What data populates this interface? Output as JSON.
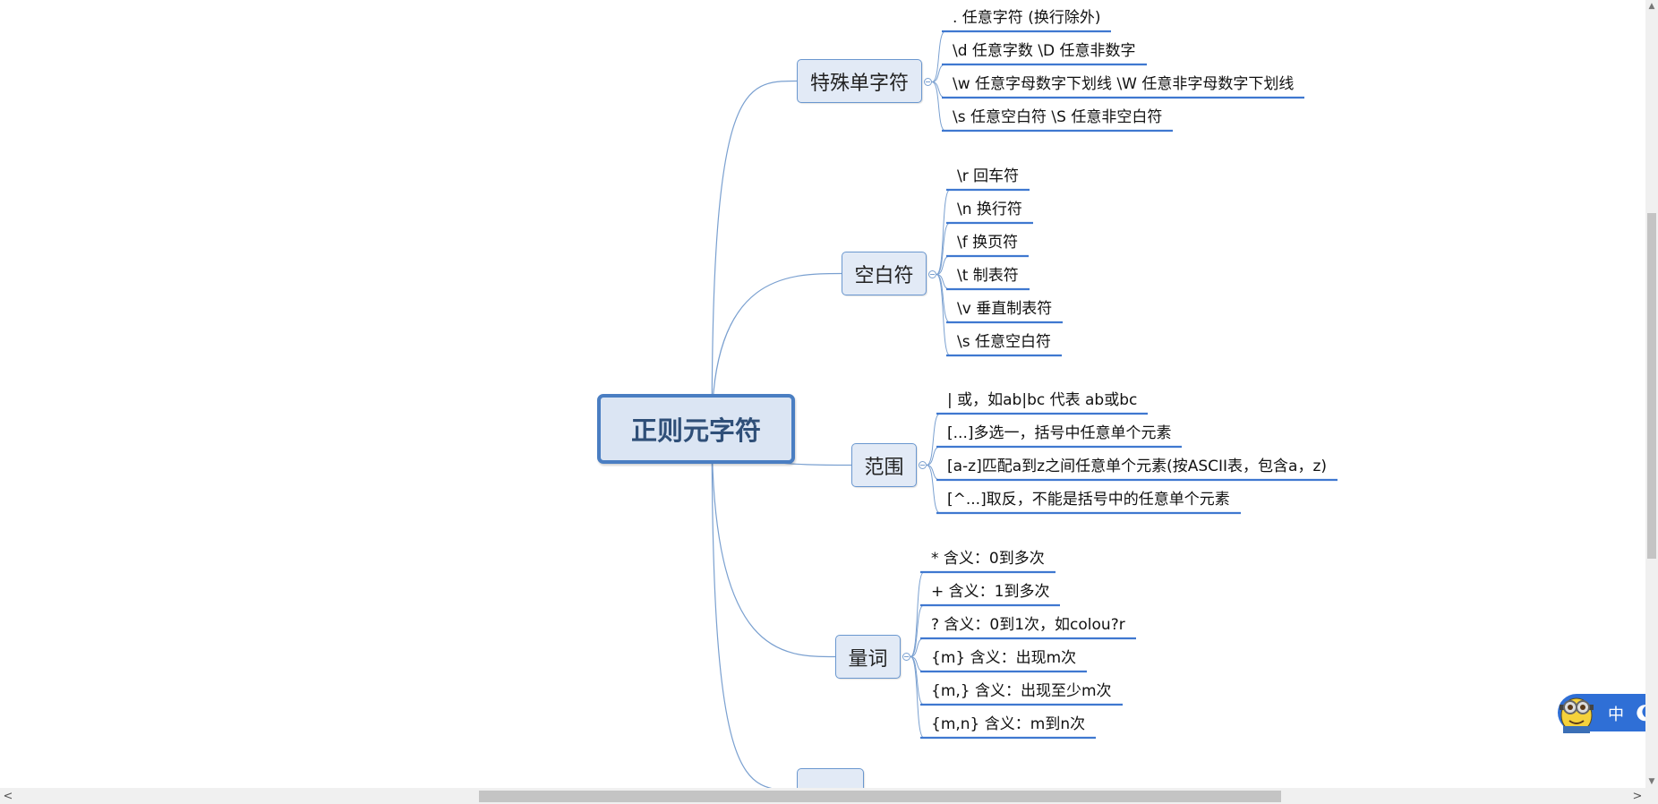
{
  "mindmap": {
    "central": {
      "label": "正则元字符"
    },
    "branches": [
      {
        "label": "特殊单字符",
        "leaves": [
          ". 任意字符 (换行除外)",
          "\\d 任意字数  \\D 任意非数字",
          "\\w 任意字母数字下划线  \\W 任意非字母数字下划线",
          "\\s 任意空白符  \\S 任意非空白符"
        ]
      },
      {
        "label": "空白符",
        "leaves": [
          "\\r  回车符",
          "\\n  换行符",
          "\\f  换页符",
          "\\t  制表符",
          "\\v  垂直制表符",
          "\\s 任意空白符"
        ]
      },
      {
        "label": "范围",
        "leaves": [
          "| 或，如ab|bc 代表 ab或bc",
          "[...]多选一，括号中任意单个元素",
          "[a-z]匹配a到z之间任意单个元素(按ASCII表，包含a，z)",
          "[^...]取反，不能是括号中的任意单个元素"
        ]
      },
      {
        "label": "量词",
        "leaves": [
          "* 含义：0到多次",
          "+ 含义：1到多次",
          "? 含义：0到1次，如colou?r",
          "{m} 含义：出现m次",
          "{m,} 含义：出现至少m次",
          "{m,n} 含义：m到n次"
        ]
      },
      {
        "label": "",
        "leaves": []
      }
    ]
  },
  "ime_widget": {
    "language": "中"
  },
  "colors": {
    "accent": "#4a7ec2",
    "node_fill": "#dbe5f3",
    "connector": "#7aa0d0",
    "leaf_underline": "#3f78d0",
    "ime_bg": "#2f6fd6"
  },
  "icons": {
    "collapse": "collapse-toggle-icon",
    "ime_avatar": "minion-avatar-icon",
    "ime_mode": "moon-icon"
  }
}
